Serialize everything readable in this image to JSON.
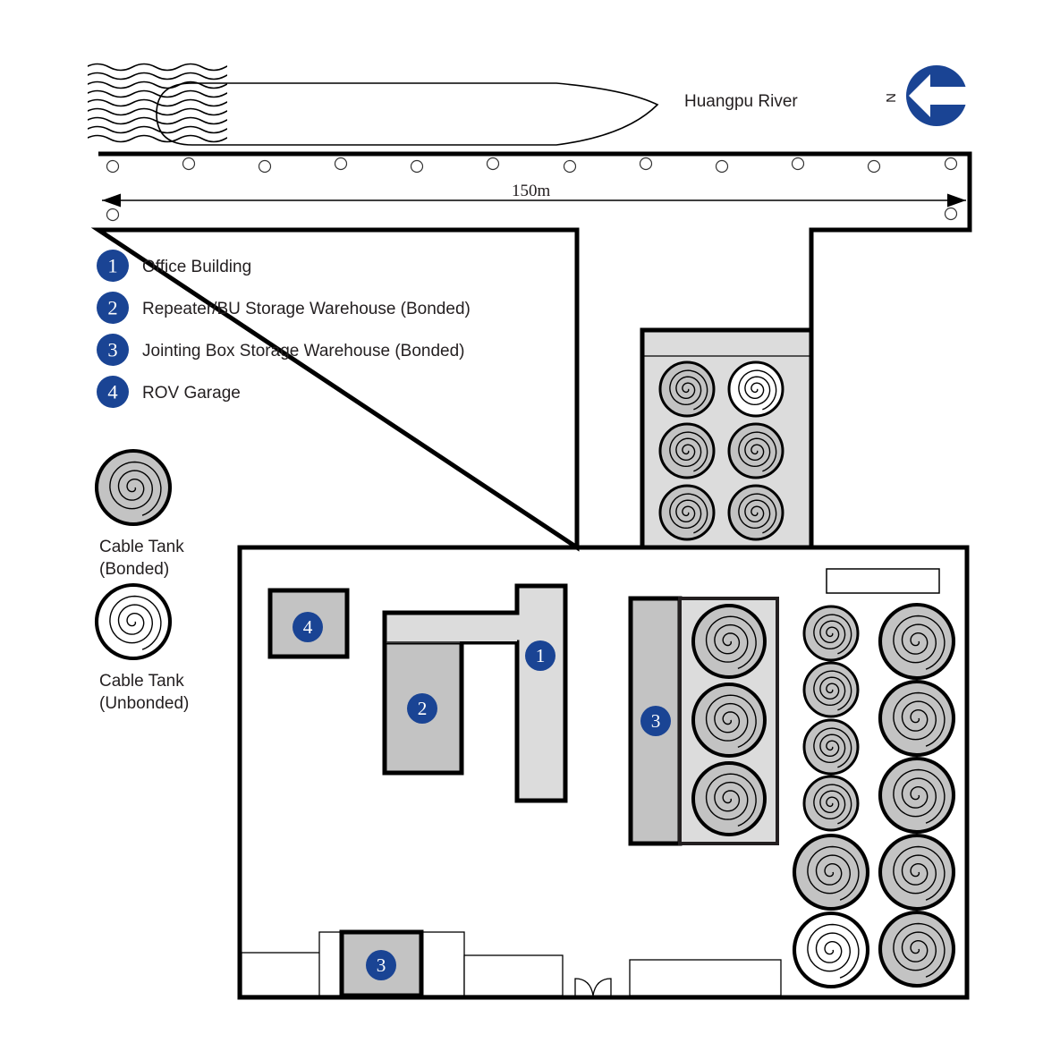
{
  "title": "Cable Depot Site Plan",
  "river_label": "Huangpu River",
  "compass": {
    "letter": "N",
    "icon": "north-arrow-icon",
    "color": "#1a4494"
  },
  "scale_label": "150m",
  "colors": {
    "badge": "#1a4494",
    "bonded_fill": "#c3c3c3",
    "light_fill": "#dcdcdc",
    "outline": "#000000"
  },
  "legend": {
    "items": [
      {
        "number": "1",
        "label": "Office Building"
      },
      {
        "number": "2",
        "label": "Repeater/BU Storage Warehouse (Bonded)"
      },
      {
        "number": "3",
        "label": "Jointing Box Storage Warehouse (Bonded)"
      },
      {
        "number": "4",
        "label": "ROV Garage"
      }
    ],
    "tanks": [
      {
        "type": "bonded",
        "line1": "Cable Tank",
        "line2": "(Bonded)"
      },
      {
        "type": "unbonded",
        "line1": "Cable Tank",
        "line2": "(Unbonded)"
      }
    ]
  },
  "buildings": [
    {
      "number": "1",
      "name": "Office Building"
    },
    {
      "number": "2",
      "name": "Repeater/BU Storage Warehouse"
    },
    {
      "number": "3",
      "name": "Jointing Box Storage Warehouse"
    },
    {
      "number": "3",
      "name": "Jointing Box Storage Warehouse"
    },
    {
      "number": "4",
      "name": "ROV Garage"
    }
  ],
  "tank_groups": {
    "upper_block": [
      "bonded",
      "unbonded",
      "bonded",
      "bonded",
      "bonded",
      "bonded"
    ],
    "warehouse_row": [
      "bonded",
      "bonded",
      "bonded"
    ],
    "small_column": [
      "bonded",
      "bonded",
      "bonded",
      "bonded",
      "bonded",
      "unbonded"
    ],
    "large_column": [
      "bonded",
      "bonded",
      "bonded",
      "bonded",
      "bonded"
    ]
  },
  "bollard_count": 14
}
